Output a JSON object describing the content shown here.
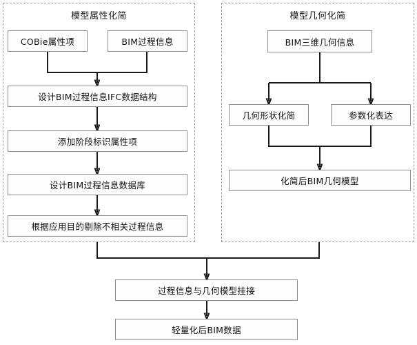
{
  "diagram": {
    "title_left_panel": "模型属性化简",
    "title_right_panel": "模型几何化简",
    "panels": {
      "left": {
        "label": "模型属性化简",
        "nodes": [
          {
            "id": "cobie",
            "label": "COBie属性项"
          },
          {
            "id": "bim-process-info",
            "label": "BIM过程信息"
          },
          {
            "id": "ifc-structure",
            "label": "设计BIM过程信息IFC数据结构"
          },
          {
            "id": "phase-attr",
            "label": "添加阶段标识属性项"
          },
          {
            "id": "process-db",
            "label": "设计BIM过程信息数据库"
          },
          {
            "id": "remove-irrelevant",
            "label": "根据应用目的剔除不相关过程信息"
          }
        ]
      },
      "right": {
        "label": "模型几何化简",
        "nodes": [
          {
            "id": "bim-3d-geometry",
            "label": "BIM三维几何信息"
          },
          {
            "id": "geometry-shape-simplify",
            "label": "几何形状化简"
          },
          {
            "id": "parametric-expression",
            "label": "参数化表达"
          },
          {
            "id": "simplified-geometry-model",
            "label": "化简后BIM几何模型"
          }
        ]
      },
      "bottom": {
        "nodes": [
          {
            "id": "attach-process-geometry",
            "label": "过程信息与几何模型挂接"
          },
          {
            "id": "lightweight-bim-data",
            "label": "轻量化后BIM数据"
          }
        ]
      }
    },
    "colors": {
      "node_border": "#8c8c8c",
      "node_fill": "#fdfdfd",
      "panel_border": "#9a9a9a",
      "wire": "#1a1a1a",
      "text": "#111111",
      "background": "#ffffff"
    }
  }
}
